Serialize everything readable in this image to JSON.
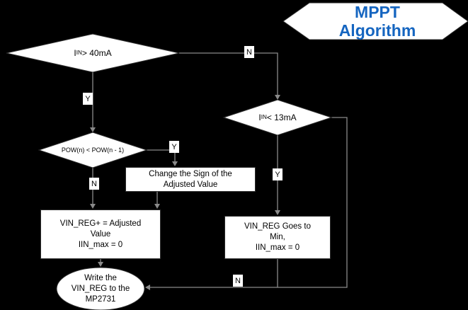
{
  "title": {
    "line1": "MPPT",
    "line2": "Algorithm"
  },
  "nodes": {
    "iin_gt_40": {
      "pre": "I",
      "sub": "IN",
      "post": " > 40mA"
    },
    "pow_compare": {
      "label": "POW(n) < POW(n - 1)"
    },
    "iin_lt_13": {
      "pre": "I",
      "sub": "IN",
      "post": " < 13mA"
    },
    "change_sign": {
      "line1": "Change the Sign of the",
      "line2": "Adjusted Value"
    },
    "vinreg_adjusted": {
      "line1": "VIN_REG+ = Adjusted",
      "line2": "Value",
      "line3": "IIN_max = 0"
    },
    "vinreg_min": {
      "line1": "VIN_REG Goes to",
      "line2": "Min,",
      "line3": "IIN_max = 0"
    },
    "write_vinreg": {
      "line1": "Write the",
      "line2": "VIN_REG to the",
      "line3": "MP2731"
    }
  },
  "edge_labels": {
    "d1_yes": "Y",
    "d1_no": "N",
    "d2_yes": "Y",
    "d2_no": "N",
    "d3_yes": "Y",
    "d3_no": "N"
  },
  "colors": {
    "background": "#000000",
    "shape_fill": "#ffffff",
    "shape_border": "#2d2d2d",
    "connector": "#8a8a8a",
    "text": "#000000",
    "title_blue": "#1565c0"
  }
}
